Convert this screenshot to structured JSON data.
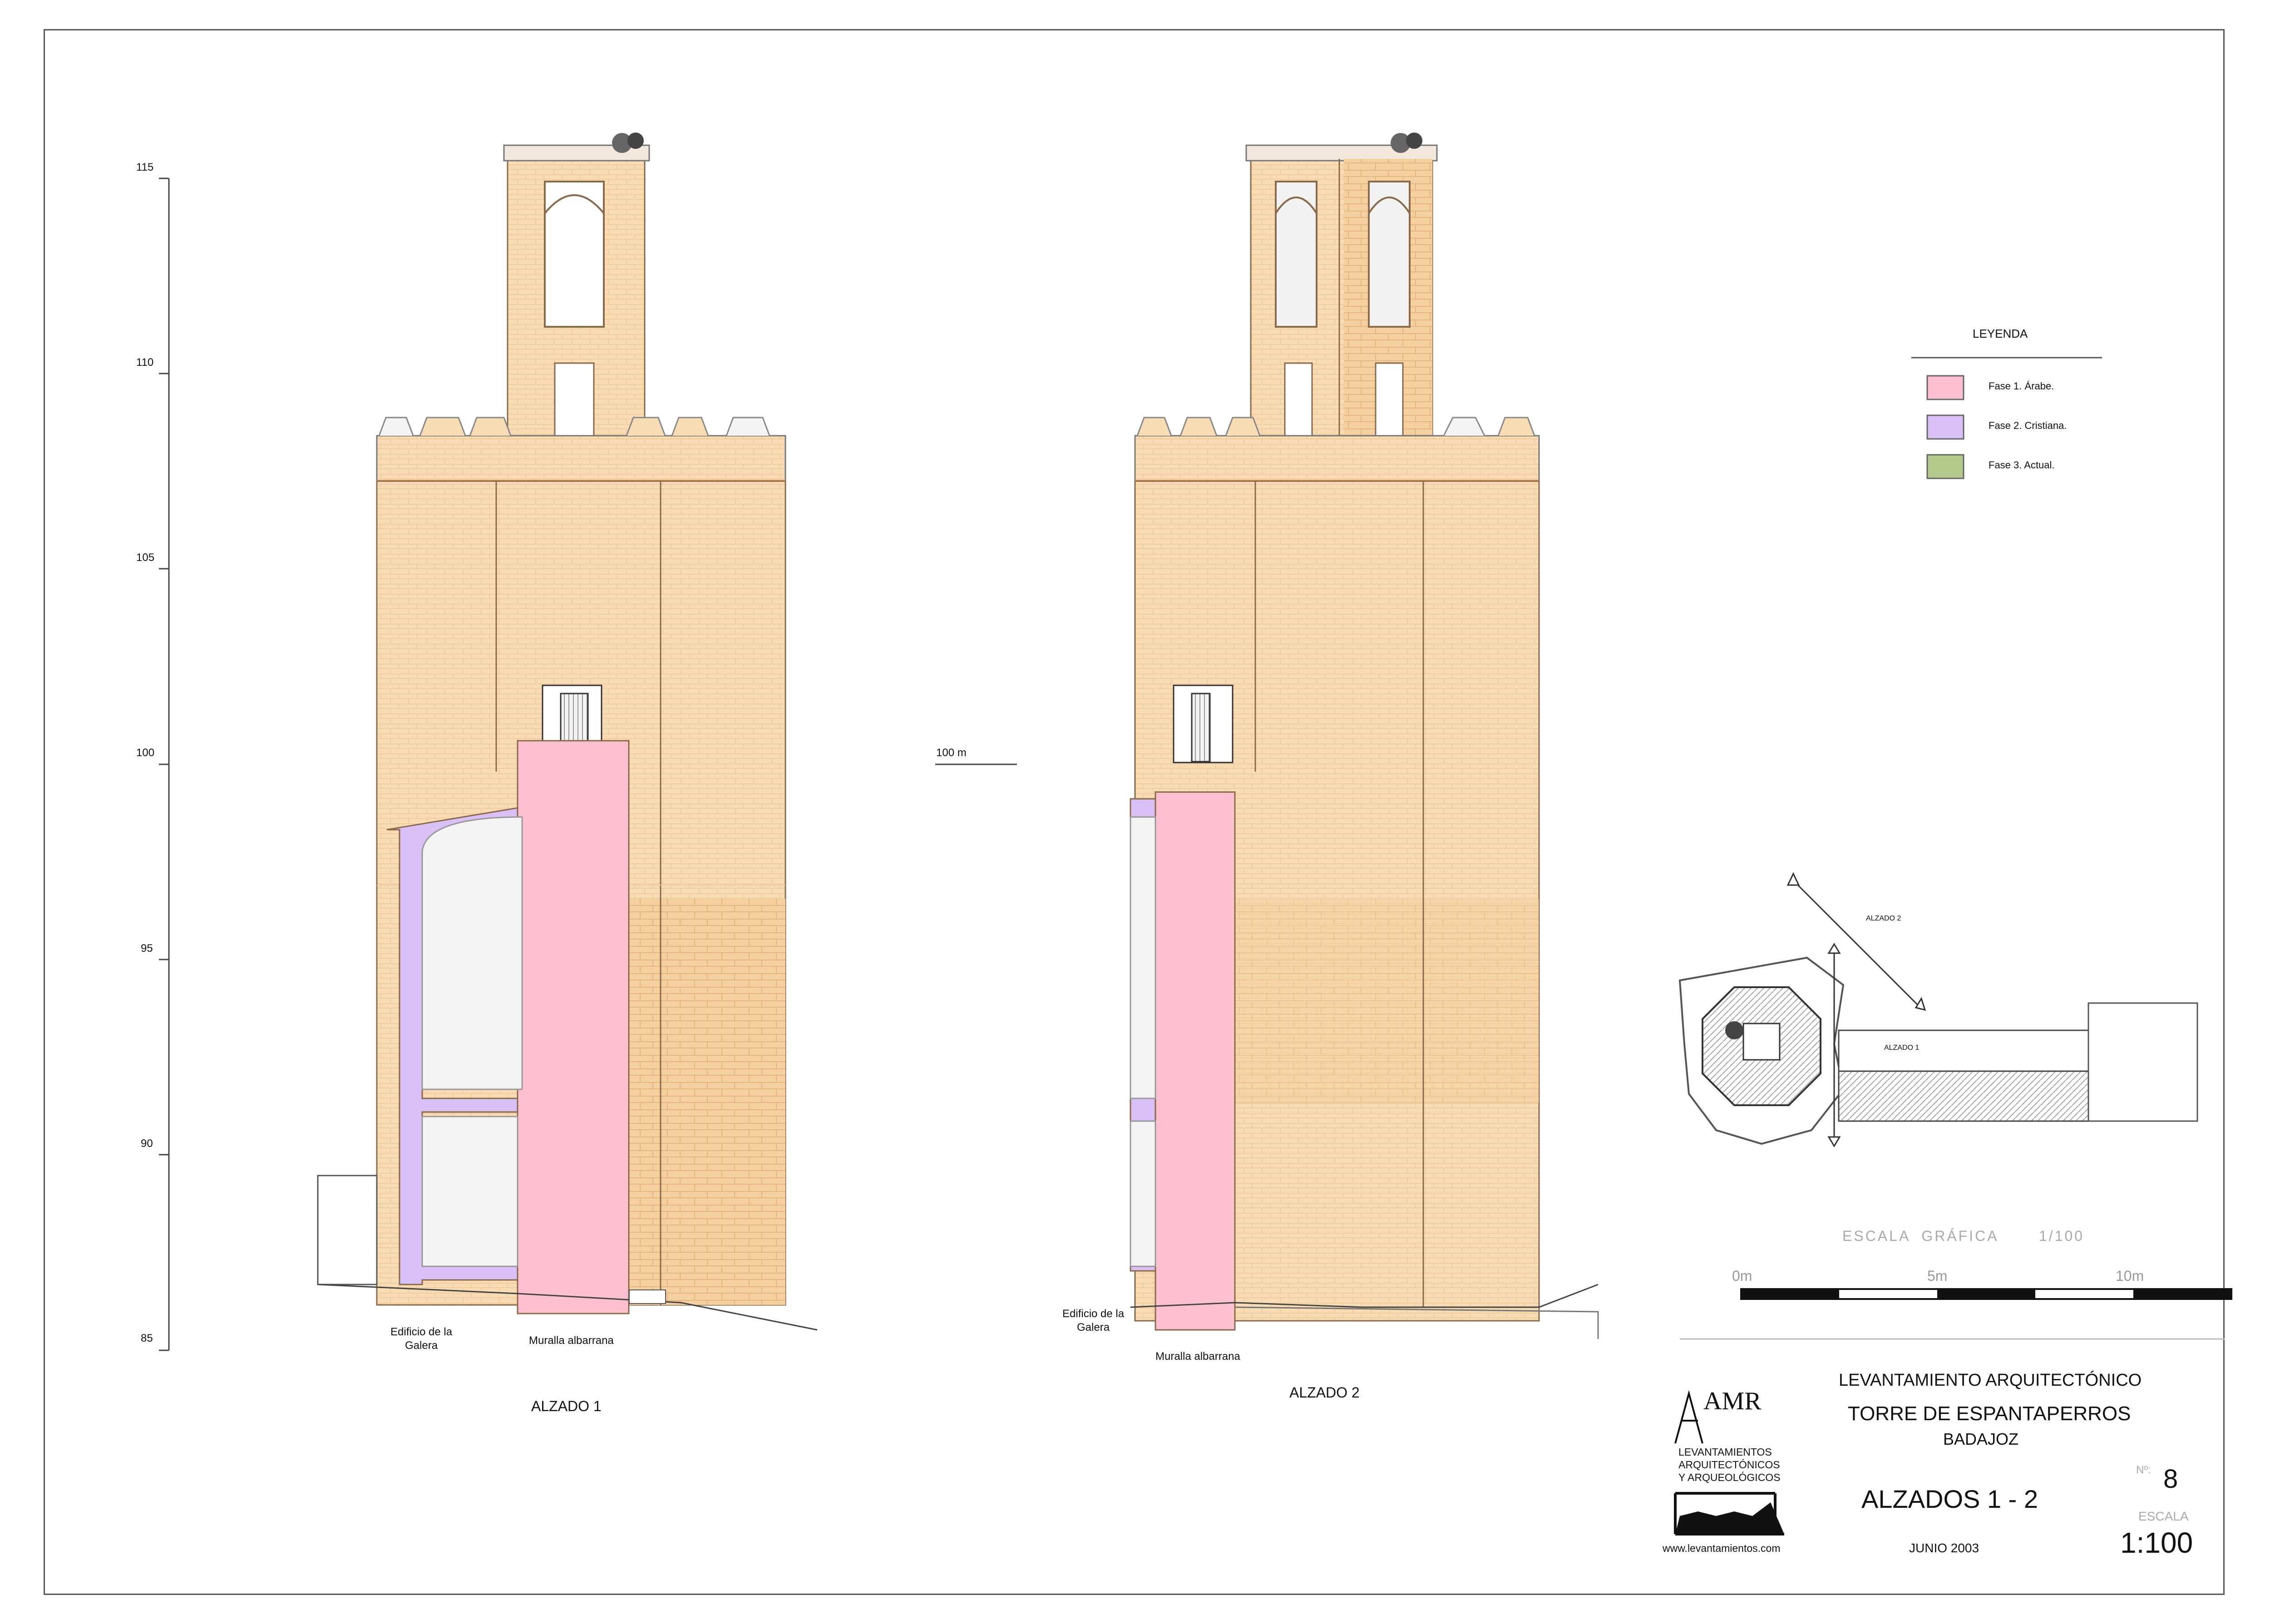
{
  "elevation_scale": {
    "ticks": [
      "115",
      "110",
      "105",
      "100",
      "95",
      "90",
      "85"
    ],
    "reference": "100 m"
  },
  "elevations": {
    "alzado1": {
      "title": "ALZADO 1",
      "labels": {
        "edificio": "Edificio de la\nGalera",
        "muralla": "Muralla albarrana"
      }
    },
    "alzado2": {
      "title": "ALZADO 2",
      "labels": {
        "edificio": "Edificio de la\nGalera",
        "muralla": "Muralla albarrana"
      }
    }
  },
  "legend": {
    "title": "LEYENDA",
    "items": [
      {
        "label": "Fase 1. Árabe.",
        "color": "#fcc0d0"
      },
      {
        "label": "Fase 2. Cristiana.",
        "color": "#d9c0f6"
      },
      {
        "label": "Fase 3. Actual.",
        "color": "#b4c98c"
      }
    ]
  },
  "plan": {
    "label_alzado2": "ALZADO 2",
    "label_alzado1": "ALZADO 1"
  },
  "graphic_scale": {
    "title": "ESCALA  GRÁFICA       1/100",
    "ticks": [
      "0m",
      "5m",
      "10m"
    ]
  },
  "title_block": {
    "logo_letters": "AMR",
    "company": "LEVANTAMIENTOS\nARQUITECTÓNICOS\nY ARQUEOLÓGICOS",
    "website": "www.levantamientos.com",
    "project_type": "LEVANTAMIENTO ARQUITECTÓNICO",
    "building": "TORRE DE ESPANTAPERROS",
    "city": "BADAJOZ",
    "sheet_title": "ALZADOS  1 - 2",
    "date": "JUNIO  2003",
    "number_label": "Nº:",
    "number": "8",
    "scale_label": "ESCALA",
    "scale": "1:100"
  },
  "colors": {
    "masonry": "#f8dcb4",
    "masonry_dark": "#f3c99a",
    "phase1": "#fcc0d0",
    "phase2": "#d9c0f6",
    "phase3": "#b4c98c"
  }
}
